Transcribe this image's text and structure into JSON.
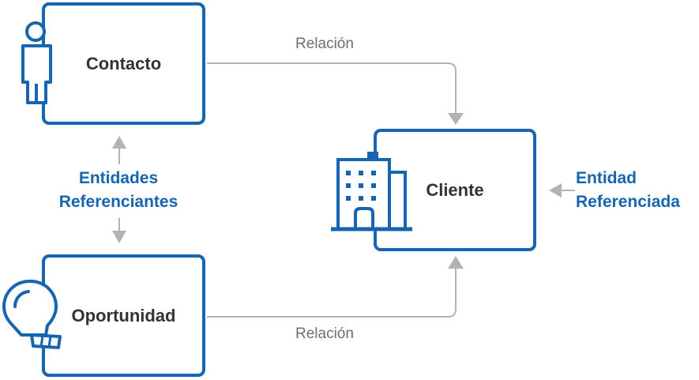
{
  "nodes": {
    "contacto": {
      "label": "Contacto",
      "icon": "person-icon"
    },
    "oportunidad": {
      "label": "Oportunidad",
      "icon": "lightbulb-icon"
    },
    "cliente": {
      "label": "Cliente",
      "icon": "building-icon"
    }
  },
  "edges": {
    "top_relation": "Relación",
    "bottom_relation": "Relación"
  },
  "roles": {
    "referencing": [
      "Entidades",
      "Referenciantes"
    ],
    "referenced": [
      "Entidad",
      "Referenciada"
    ]
  },
  "colors": {
    "accent": "#1565b0",
    "connector": "#b3b3b3",
    "node_text": "#333333",
    "edge_text": "#6f6f6f"
  }
}
